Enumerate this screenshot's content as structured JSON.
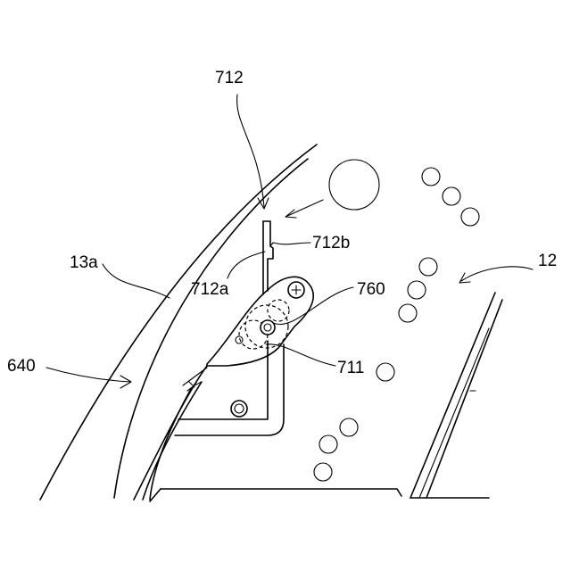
{
  "figure": {
    "labels": {
      "ref_712": "712",
      "ref_712b": "712b",
      "ref_712a": "712a",
      "ref_760": "760",
      "ref_12": "12",
      "ref_13a": "13a",
      "ref_640": "640",
      "ref_711": "711"
    }
  }
}
